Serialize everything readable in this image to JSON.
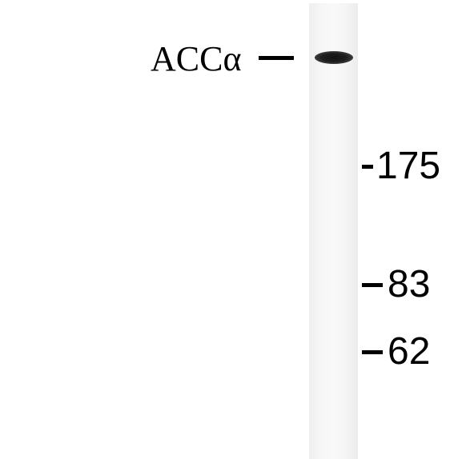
{
  "target_protein": "ACCα",
  "molecular_weight_markers": [
    {
      "label": "175"
    },
    {
      "label": "83"
    },
    {
      "label": "62"
    }
  ]
}
